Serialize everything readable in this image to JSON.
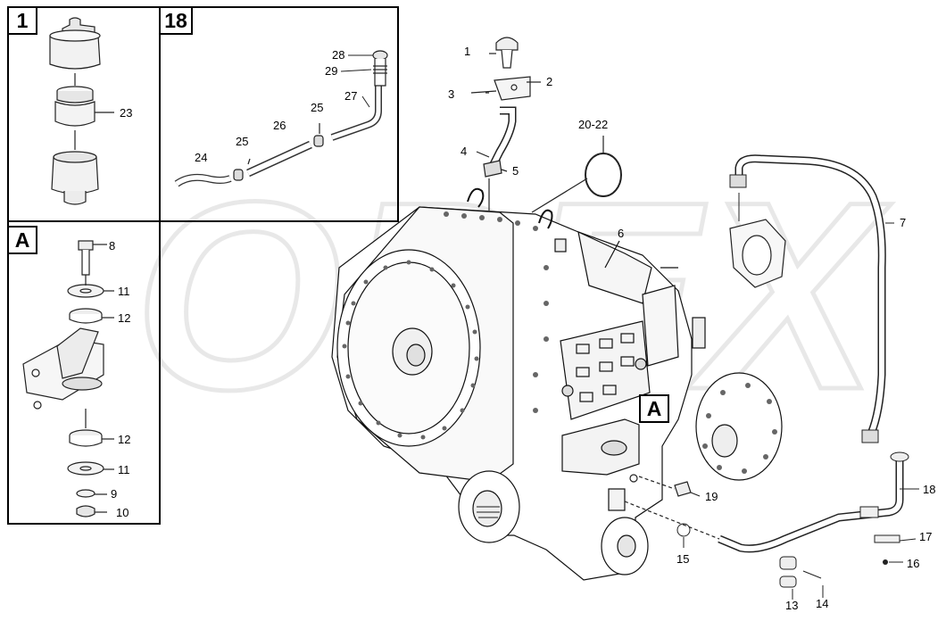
{
  "watermark": "ОРЕХ",
  "views": {
    "v1": {
      "label": "1"
    },
    "v18": {
      "label": "18"
    },
    "vA": {
      "label": "A"
    },
    "detail_a": {
      "label": "A"
    }
  },
  "callouts": {
    "c1": "1",
    "c2": "2",
    "c3": "3",
    "c4": "4",
    "c5": "5",
    "c6": "6",
    "c7": "7",
    "c8": "8",
    "c9": "9",
    "c10": "10",
    "c11a": "11",
    "c11b": "11",
    "c12a": "12",
    "c12b": "12",
    "c13": "13",
    "c14": "14",
    "c15": "15",
    "c16": "16",
    "c17": "17",
    "c18": "18",
    "c19": "19",
    "c20": "20-22",
    "c23": "23",
    "c24": "24",
    "c25a": "25",
    "c25b": "25",
    "c26": "26",
    "c27": "27",
    "c28": "28",
    "c29": "29"
  }
}
